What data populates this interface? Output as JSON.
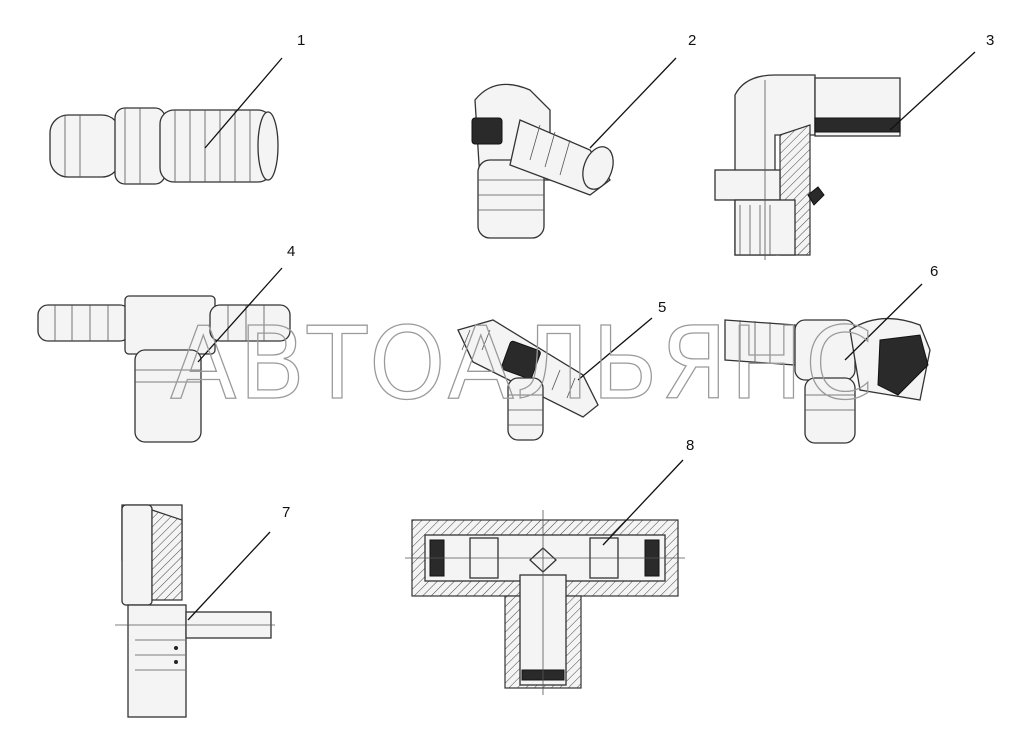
{
  "watermark": "АВТОАЛЬЯНС",
  "callouts": [
    {
      "label": "1"
    },
    {
      "label": "2"
    },
    {
      "label": "3"
    },
    {
      "label": "4"
    },
    {
      "label": "5"
    },
    {
      "label": "6"
    },
    {
      "label": "7"
    },
    {
      "label": "8"
    }
  ],
  "colors": {
    "line": "#111111",
    "part_fill": "#f4f4f4",
    "watermark": "#9a9a9a"
  }
}
